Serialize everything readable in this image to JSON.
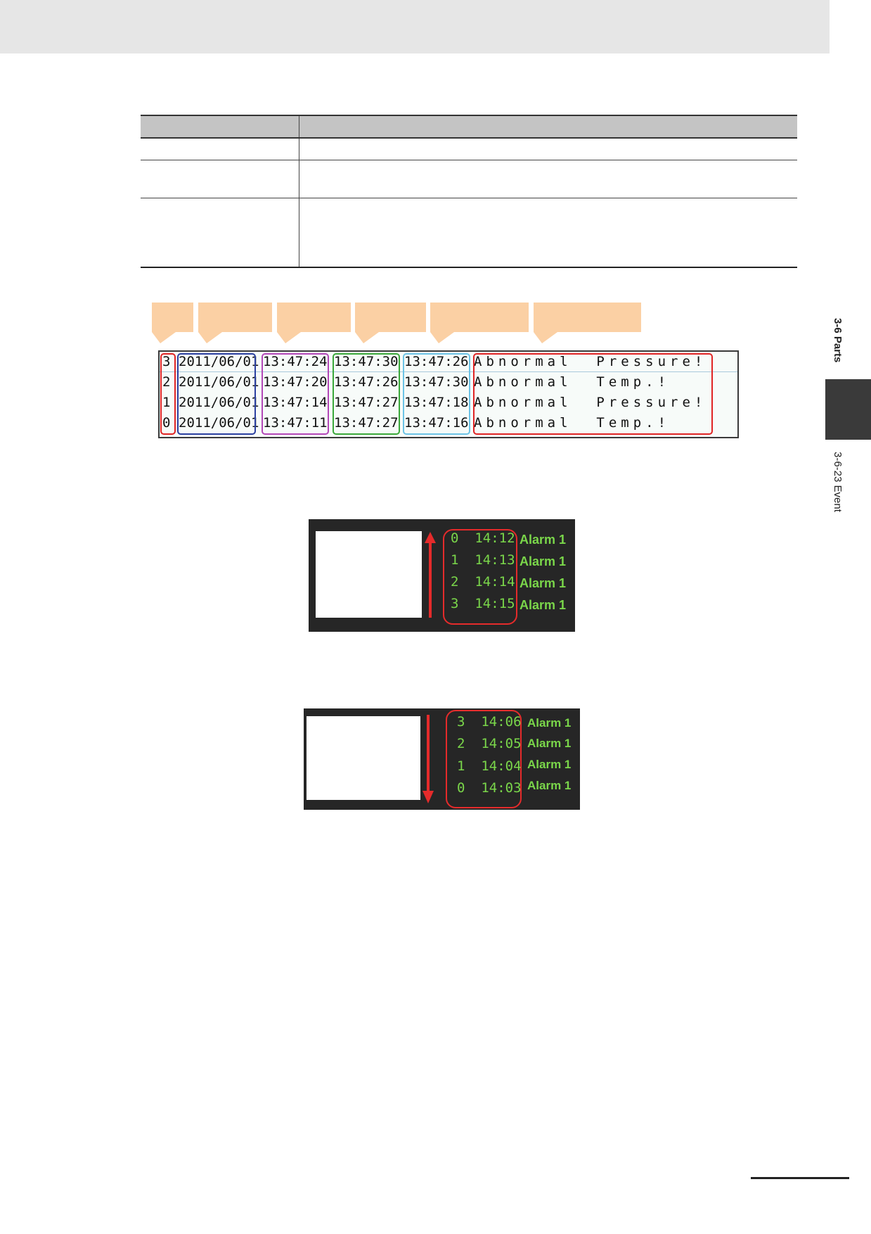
{
  "sidebar": {
    "section": "3-6 Parts",
    "subsection": "3-6-23  Event"
  },
  "history": {
    "rows": [
      {
        "no": "3",
        "date": "2011/06/01",
        "t1": "13:47:24",
        "t2": "13:47:30",
        "t3": "13:47:26",
        "msg": "Abnormal  Pressure!"
      },
      {
        "no": "2",
        "date": "2011/06/01",
        "t1": "13:47:20",
        "t2": "13:47:26",
        "t3": "13:47:30",
        "msg": "Abnormal  Temp.!"
      },
      {
        "no": "1",
        "date": "2011/06/01",
        "t1": "13:47:14",
        "t2": "13:47:27",
        "t3": "13:47:18",
        "msg": "Abnormal  Pressure!"
      },
      {
        "no": "0",
        "date": "2011/06/01",
        "t1": "13:47:11",
        "t2": "13:47:27",
        "t3": "13:47:16",
        "msg": "Abnormal  Temp.!"
      }
    ],
    "box_colors": [
      "#e02424",
      "#2a3fa0",
      "#b347b8",
      "#3aa83a",
      "#6cc3e6",
      "#e02424"
    ]
  },
  "panel_ascending": {
    "rows": [
      {
        "idx": "0",
        "time": "14:12",
        "label": "Alarm 1"
      },
      {
        "idx": "1",
        "time": "14:13",
        "label": "Alarm 1"
      },
      {
        "idx": "2",
        "time": "14:14",
        "label": "Alarm 1"
      },
      {
        "idx": "3",
        "time": "14:15",
        "label": "Alarm 1"
      }
    ]
  },
  "panel_descending": {
    "rows": [
      {
        "idx": "3",
        "time": "14:06",
        "label": "Alarm 1"
      },
      {
        "idx": "2",
        "time": "14:05",
        "label": "Alarm 1"
      },
      {
        "idx": "1",
        "time": "14:04",
        "label": "Alarm 1"
      },
      {
        "idx": "0",
        "time": "14:03",
        "label": "Alarm 1"
      }
    ]
  },
  "colors": {
    "alarm_text": "#7ad64a",
    "highlight_red": "#e52b2b",
    "callout": "#fbd0a4",
    "side_tab": "#3a3a3a"
  }
}
